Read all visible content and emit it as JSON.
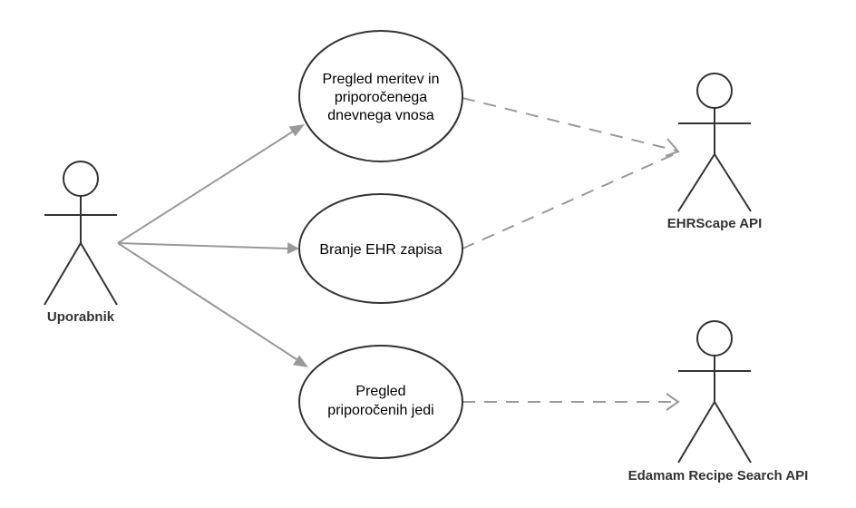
{
  "colors": {
    "line": "#999999",
    "arrowhead": "#999999",
    "shape_stroke": "#333333",
    "shape_fill": "#ffffff",
    "text": "#000000",
    "actor_label": "#333333"
  },
  "actors": {
    "user": {
      "label": "Uporabnik"
    },
    "ehrscape": {
      "label": "EHRScape API"
    },
    "edamam": {
      "label": "Edamam Recipe Search API"
    }
  },
  "use_cases": {
    "measurements": {
      "lines": [
        "Pregled meritev in",
        "priporočenega",
        "dnevnega vnosa"
      ]
    },
    "ehr": {
      "lines": [
        "Branje EHR zapisa"
      ]
    },
    "recipes": {
      "lines": [
        "Pregled",
        "priporočenih jedi"
      ]
    }
  },
  "connectors": [
    {
      "from": "user",
      "to": "measurements",
      "style": "solid",
      "head": "filled"
    },
    {
      "from": "user",
      "to": "ehr",
      "style": "solid",
      "head": "filled"
    },
    {
      "from": "user",
      "to": "recipes",
      "style": "solid",
      "head": "filled"
    },
    {
      "from": "measurements",
      "to": "ehrscape",
      "style": "dashed",
      "head": "open"
    },
    {
      "from": "ehr",
      "to": "ehrscape",
      "style": "dashed",
      "head": "none"
    },
    {
      "from": "recipes",
      "to": "edamam",
      "style": "dashed",
      "head": "open"
    }
  ]
}
